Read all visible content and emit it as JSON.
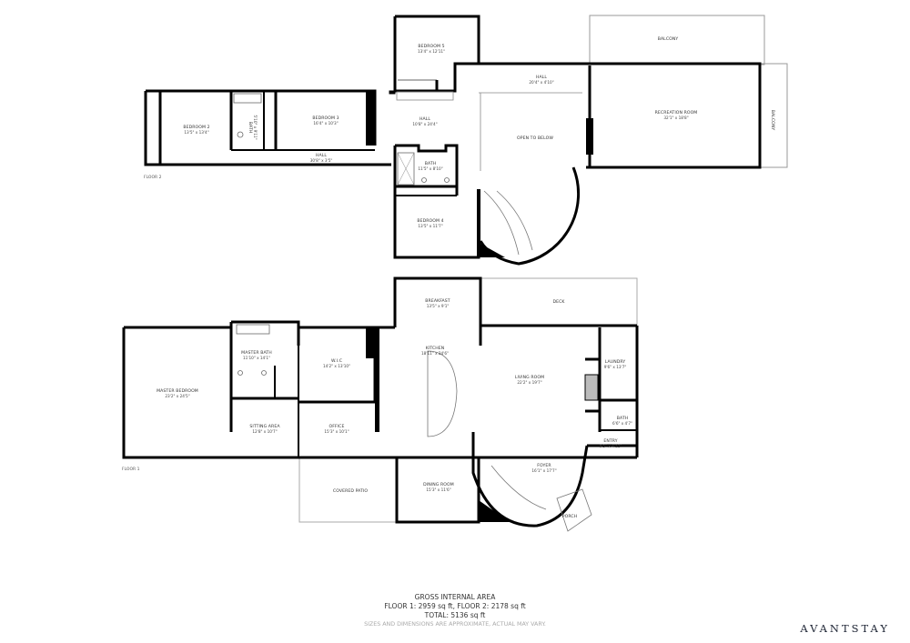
{
  "floors": [
    {
      "label": "FLOOR 2",
      "rooms": [
        {
          "name": "BEDROOM 2",
          "dims": "13'5\" x 13'4\""
        },
        {
          "name": "BATH",
          "dims": "5'10\" x 9'11\""
        },
        {
          "name": "BEDROOM 3",
          "dims": "16'4\" x 10'3\""
        },
        {
          "name": "HALL",
          "dims": "30'8\" x 3'5\""
        },
        {
          "name": "BEDROOM 5",
          "dims": "13'4\" x 12'11\""
        },
        {
          "name": "HALL",
          "dims": "20'4\" x 4'10\""
        },
        {
          "name": "HALL",
          "dims": "10'8\" x 24'4\""
        },
        {
          "name": "BATH",
          "dims": "11'5\" x 8'10\""
        },
        {
          "name": "BEDROOM 4",
          "dims": "13'5\" x 11'7\""
        },
        {
          "name": "OPEN TO BELOW",
          "dims": ""
        },
        {
          "name": "RECREATION ROOM",
          "dims": "32'1\" x 18'8\""
        },
        {
          "name": "BALCONY",
          "dims": ""
        },
        {
          "name": "BALCONY",
          "dims": ""
        }
      ]
    },
    {
      "label": "FLOOR 1",
      "rooms": [
        {
          "name": "MASTER BEDROOM",
          "dims": "23'2\" x 24'5\""
        },
        {
          "name": "MASTER BATH",
          "dims": "11'10\" x 14'1\""
        },
        {
          "name": "W.I.C",
          "dims": "14'2\" x 13'10\""
        },
        {
          "name": "SITTING AREA",
          "dims": "12'8\" x 10'7\""
        },
        {
          "name": "OFFICE",
          "dims": "15'3\" x 10'1\""
        },
        {
          "name": "BREAKFAST",
          "dims": "13'5\" x 9'1\""
        },
        {
          "name": "KITCHEN",
          "dims": "18'11\" x 24'6\""
        },
        {
          "name": "DECK",
          "dims": ""
        },
        {
          "name": "LIVING ROOM",
          "dims": "22'2\" x 19'7\""
        },
        {
          "name": "LAUNDRY",
          "dims": "9'6\" x 13'7\""
        },
        {
          "name": "BATH",
          "dims": "6'6\" x 4'7\""
        },
        {
          "name": "ENTRY",
          "dims": "9'5\" x 4'11\""
        },
        {
          "name": "COVERED PATIO",
          "dims": ""
        },
        {
          "name": "DINING ROOM",
          "dims": "15'3\" x 11'6\""
        },
        {
          "name": "FOYER",
          "dims": "16'1\" x 17'7\""
        },
        {
          "name": "PORCH",
          "dims": ""
        }
      ]
    }
  ],
  "summary": {
    "title": "GROSS INTERNAL AREA",
    "floors_line": "FLOOR 1: 2959 sq ft, FLOOR 2: 2178 sq ft",
    "total_line": "TOTAL: 5136 sq ft",
    "disclaimer": "SIZES AND DIMENSIONS ARE APPROXIMATE, ACTUAL MAY VARY."
  },
  "brand": "AVANTSTAY"
}
